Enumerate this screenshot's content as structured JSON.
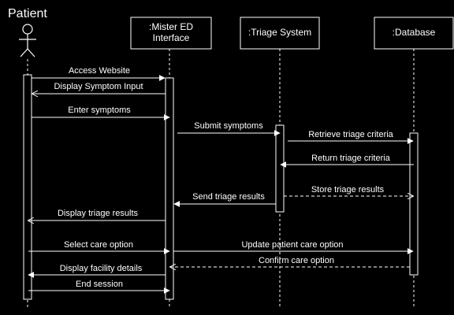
{
  "diagram": {
    "actor": {
      "name": "Patient"
    },
    "participants": [
      {
        "id": "interface",
        "lines": [
          ":Mister ED",
          "Interface"
        ]
      },
      {
        "id": "triage",
        "lines": [
          ":Triage System"
        ]
      },
      {
        "id": "database",
        "lines": [
          ":Database"
        ]
      }
    ],
    "messages": [
      {
        "id": "m1",
        "label": "Access Website",
        "kind": "sync"
      },
      {
        "id": "m2",
        "label": "Display Symptom Input",
        "kind": "return"
      },
      {
        "id": "m3",
        "label": "Enter symptoms",
        "kind": "sync"
      },
      {
        "id": "m4",
        "label": "Submit symptoms",
        "kind": "sync"
      },
      {
        "id": "m5",
        "label": "Retrieve triage criteria",
        "kind": "sync"
      },
      {
        "id": "m6",
        "label": "Return triage criteria",
        "kind": "return"
      },
      {
        "id": "m7",
        "label": "Store triage results",
        "kind": "async-dashed"
      },
      {
        "id": "m8",
        "label": "Send triage results",
        "kind": "return"
      },
      {
        "id": "m9",
        "label": "Display triage results",
        "kind": "return"
      },
      {
        "id": "m10",
        "label": "Select care option",
        "kind": "sync"
      },
      {
        "id": "m11",
        "label": "Update patient care option",
        "kind": "sync"
      },
      {
        "id": "m12",
        "label": "Confirm care option",
        "kind": "async-dashed"
      },
      {
        "id": "m13",
        "label": "Display facility details",
        "kind": "return"
      },
      {
        "id": "m14",
        "label": "End session",
        "kind": "sync"
      }
    ],
    "colors": {
      "background": "#000000",
      "stroke": "#ffffff",
      "text": "#ffffff"
    }
  }
}
